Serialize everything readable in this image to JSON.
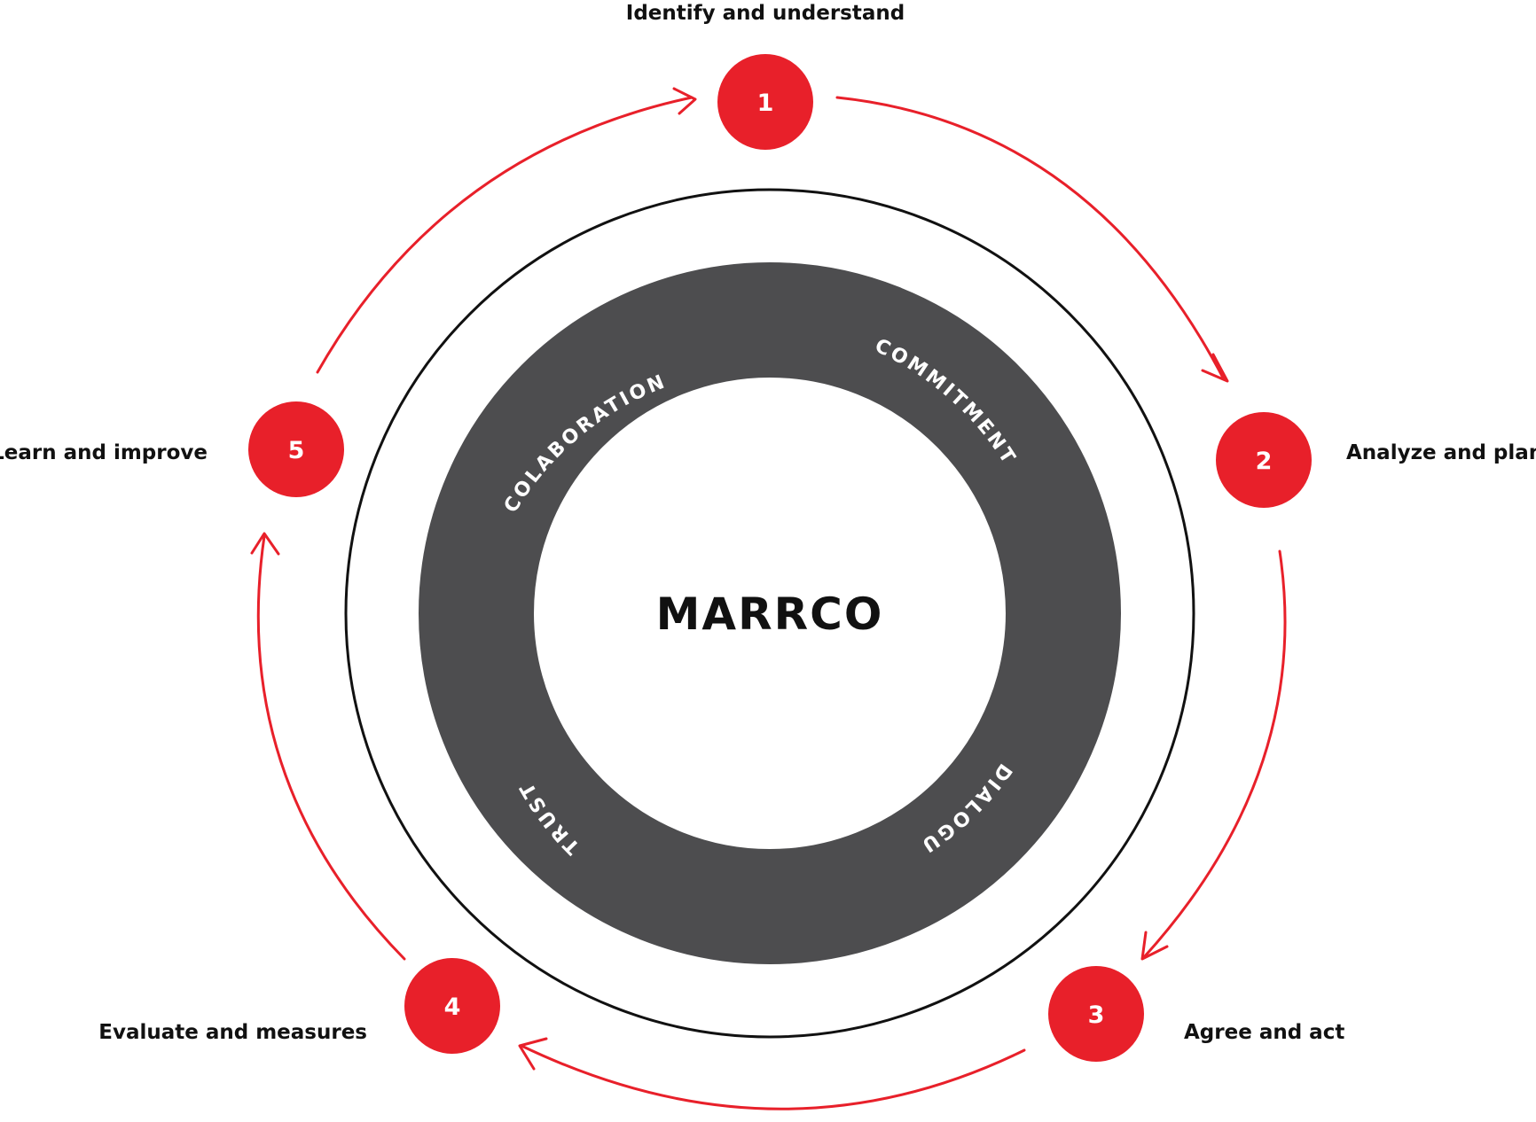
{
  "center": {
    "title": "MARRCO"
  },
  "ring_words": {
    "colaboration": "COLABORATION",
    "commitment": "COMMITMENT",
    "dialogue": "DIALOGUE",
    "trust": "TRUST"
  },
  "steps": [
    {
      "number": "1",
      "label": "Identify and understand"
    },
    {
      "number": "2",
      "label": "Analyze and plan"
    },
    {
      "number": "3",
      "label": "Agree and act"
    },
    {
      "number": "4",
      "label": "Evaluate and measures"
    },
    {
      "number": "5",
      "label": "Learn and improve"
    }
  ],
  "colors": {
    "accent": "#e8202a",
    "ring": "#4d4d4f",
    "text": "#111111"
  }
}
